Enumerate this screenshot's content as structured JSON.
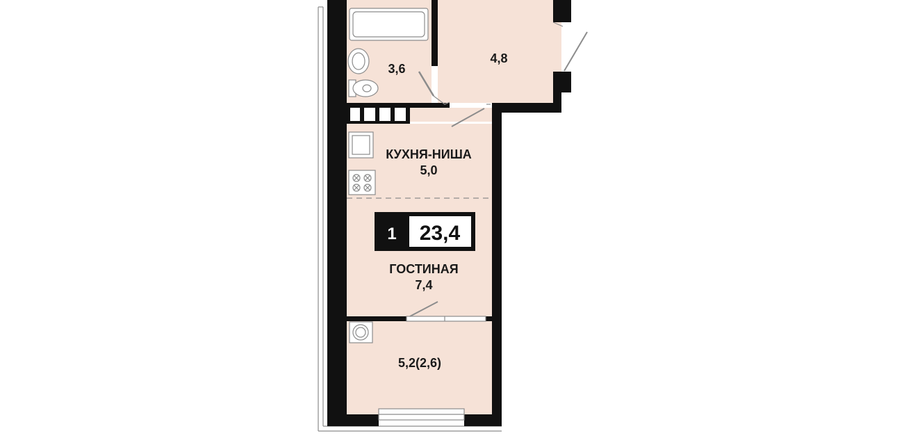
{
  "plan": {
    "colors": {
      "wall": "#111111",
      "floor": "#f6e2d7",
      "line": "#8c8c8c",
      "background": "#ffffff"
    },
    "rooms": {
      "bathroom": {
        "area": "3,6"
      },
      "hall": {
        "area": "4,8"
      },
      "kitchen": {
        "name": "КУХНЯ-НИША",
        "area": "5,0"
      },
      "living": {
        "name": "ГОСТИНАЯ",
        "area": "7,4"
      },
      "loggia": {
        "area": "5,2(2,6)"
      }
    },
    "badge": {
      "rooms": "1",
      "total_area": "23,4"
    }
  }
}
